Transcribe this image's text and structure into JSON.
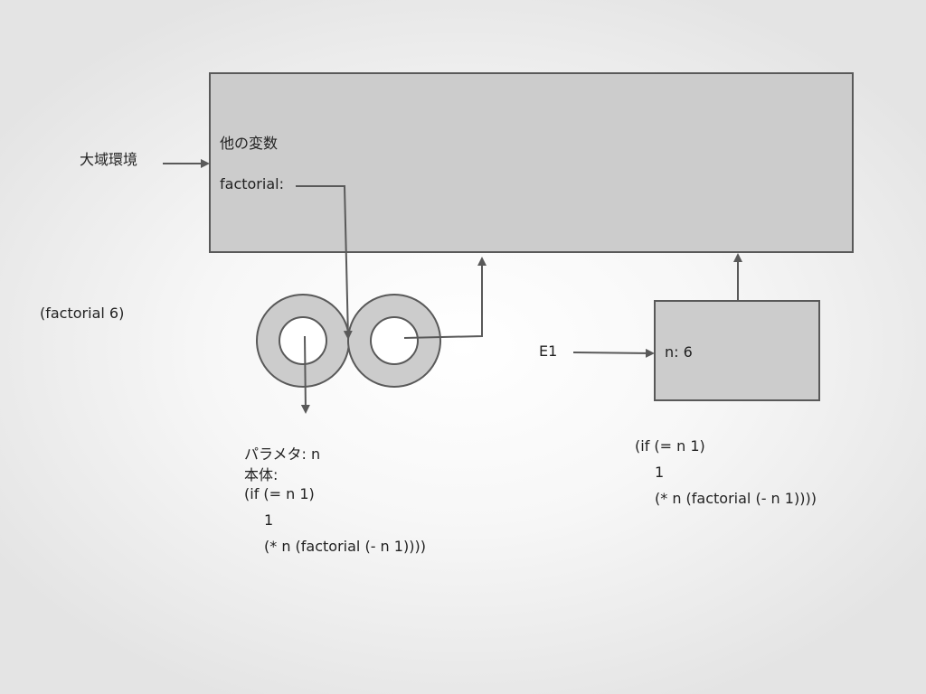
{
  "global_env": {
    "label": "大域環境",
    "frame_vars": {
      "other": "他の変数",
      "factorial": "factorial:"
    }
  },
  "call": {
    "expression": "(factorial 6)"
  },
  "procedure": {
    "params_line": "パラメタ:  n",
    "body_label": "本体:",
    "body_lines": [
      "(if (= n 1)",
      "1",
      "(* n (factorial (- n 1))))"
    ]
  },
  "env_e1": {
    "label": "E1",
    "binding": "n: 6",
    "body_lines": [
      "(if (= n 1)",
      "1",
      "(* n (factorial (- n 1))))"
    ]
  },
  "colors": {
    "box_fill": "#cccccc",
    "stroke": "#595959",
    "circle_inner": "#ffffff"
  }
}
